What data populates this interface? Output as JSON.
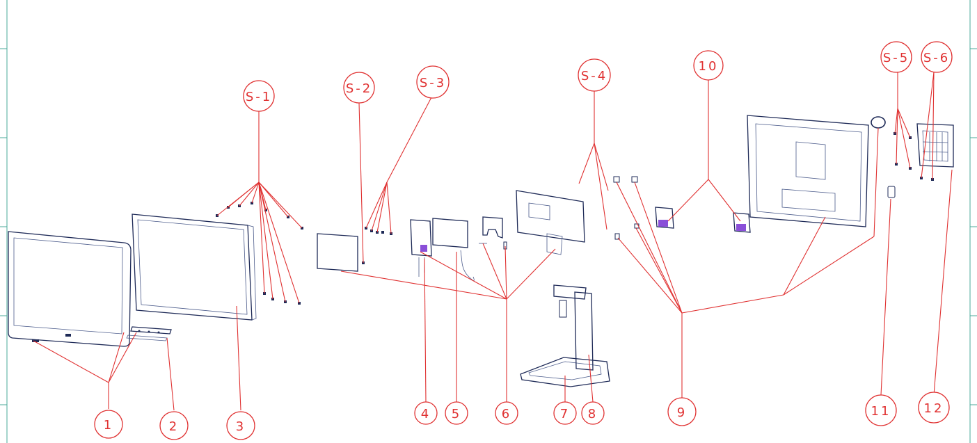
{
  "diagram": {
    "callouts": [
      {
        "id": "S-1",
        "label": "S-1"
      },
      {
        "id": "S-2",
        "label": "S-2"
      },
      {
        "id": "S-3",
        "label": "S-3"
      },
      {
        "id": "S-4",
        "label": "S-4"
      },
      {
        "id": "10",
        "label": "10"
      },
      {
        "id": "S-5",
        "label": "S-5"
      },
      {
        "id": "S-6",
        "label": "S-6"
      },
      {
        "id": "1",
        "label": "1"
      },
      {
        "id": "2",
        "label": "2"
      },
      {
        "id": "3",
        "label": "3"
      },
      {
        "id": "4",
        "label": "4"
      },
      {
        "id": "5",
        "label": "5"
      },
      {
        "id": "6",
        "label": "6"
      },
      {
        "id": "7",
        "label": "7"
      },
      {
        "id": "8",
        "label": "8"
      },
      {
        "id": "9",
        "label": "9"
      },
      {
        "id": "11",
        "label": "11"
      },
      {
        "id": "12",
        "label": "12"
      }
    ],
    "colors": {
      "callout": "#e03131",
      "part": "#1e2a57",
      "accent": "#8a4fd8",
      "frame": "#4aa89a"
    }
  }
}
